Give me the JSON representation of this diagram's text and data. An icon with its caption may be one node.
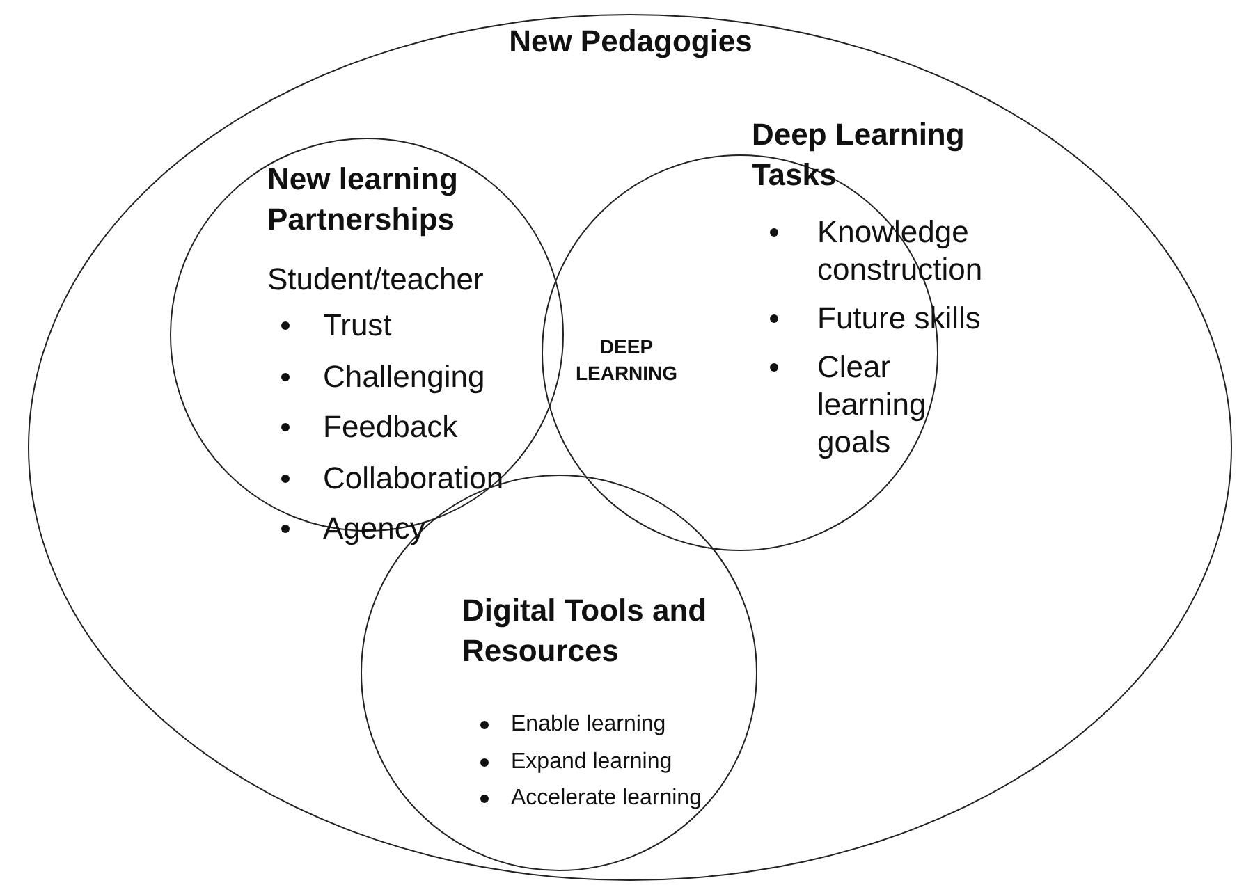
{
  "diagram": {
    "nodes": [
      {
        "text": [
          "New Pedagogies"
        ]
      },
      {
        "text": [
          "New learning Partnerships",
          "Student/teacher",
          "Trust",
          "Challenging",
          "Feedback",
          "Collaboration",
          "Agency"
        ],
        "in": 0
      },
      {
        "text": [
          "Deep Learning Tasks",
          "Knowledge construction",
          "Future skills",
          "Clear learning goals"
        ],
        "in": 0
      },
      {
        "text": [
          "Digital Tools and Resources",
          "Enable learning",
          "Expand learning",
          "Accelerate learning"
        ],
        "in": 0
      }
    ],
    "edges": [],
    "labels": [
      "DEEP LEARNING"
    ]
  }
}
